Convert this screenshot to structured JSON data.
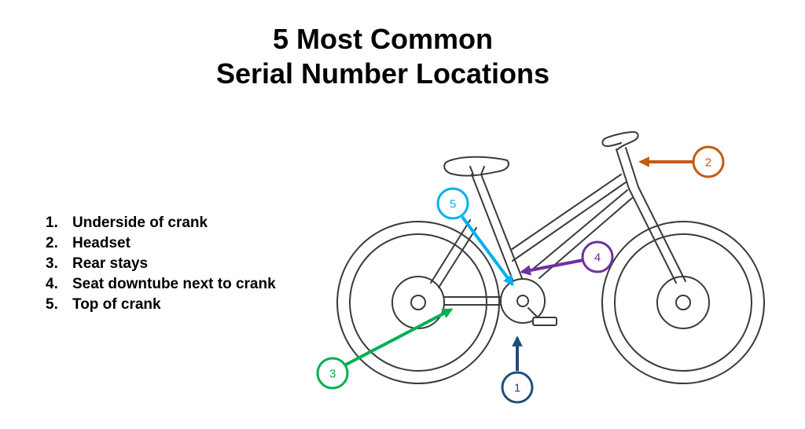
{
  "title": {
    "line1": "5 Most Common",
    "line2": "Serial Number Locations"
  },
  "legend": [
    {
      "number": "1.",
      "label": "Underside of crank"
    },
    {
      "number": "2.",
      "label": "Headset"
    },
    {
      "number": "3.",
      "label": "Rear stays"
    },
    {
      "number": "4.",
      "label": "Seat downtube next to crank"
    },
    {
      "number": "5.",
      "label": "Top of crank"
    }
  ],
  "callouts": [
    {
      "label": "1",
      "color": "#1f4e79"
    },
    {
      "label": "2",
      "color": "#c55a11"
    },
    {
      "label": "3",
      "color": "#00b050"
    },
    {
      "label": "4",
      "color": "#7030a0"
    },
    {
      "label": "5",
      "color": "#00b0f0"
    }
  ],
  "icon": "bicycle-outline-icon"
}
